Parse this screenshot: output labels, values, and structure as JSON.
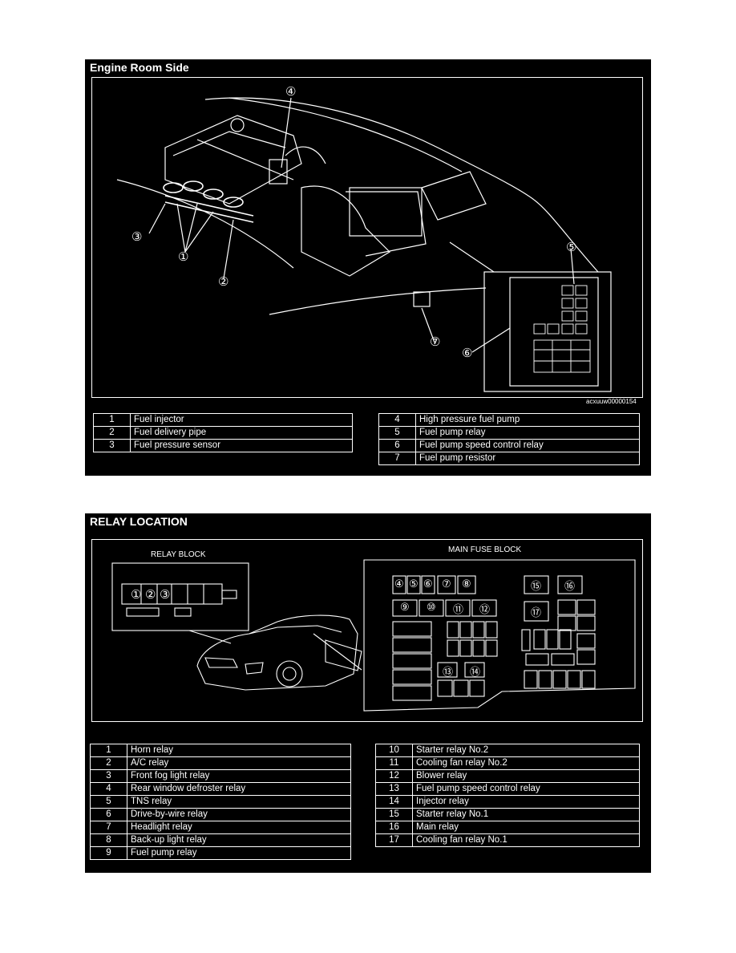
{
  "engine_panel": {
    "title": "Engine Room Side",
    "image_code": "acxuuw00000154",
    "callouts": [
      "①",
      "②",
      "③",
      "④",
      "⑤",
      "⑥",
      "⑦"
    ],
    "legend_left": [
      {
        "num": "1",
        "label": "Fuel injector"
      },
      {
        "num": "2",
        "label": "Fuel delivery pipe"
      },
      {
        "num": "3",
        "label": "Fuel pressure sensor"
      }
    ],
    "legend_right": [
      {
        "num": "4",
        "label": "High pressure fuel pump"
      },
      {
        "num": "5",
        "label": "Fuel pump relay"
      },
      {
        "num": "6",
        "label": "Fuel pump speed control relay"
      },
      {
        "num": "7",
        "label": "Fuel pump resistor"
      }
    ]
  },
  "relay_panel": {
    "title": "RELAY LOCATION",
    "relay_block_label": "RELAY BLOCK",
    "main_fuse_block_label": "MAIN FUSE BLOCK",
    "relay_block_callouts": [
      "①",
      "②",
      "③"
    ],
    "fuse_callouts": [
      "④",
      "⑤",
      "⑥",
      "⑦",
      "⑧",
      "⑨",
      "⑩",
      "⑪",
      "⑫",
      "⑬",
      "⑭",
      "⑮",
      "⑯",
      "⑰"
    ],
    "legend_left": [
      {
        "num": "1",
        "label": "Horn relay"
      },
      {
        "num": "2",
        "label": "A/C relay"
      },
      {
        "num": "3",
        "label": "Front fog light relay"
      },
      {
        "num": "4",
        "label": "Rear window defroster relay"
      },
      {
        "num": "5",
        "label": "TNS relay"
      },
      {
        "num": "6",
        "label": "Drive-by-wire relay"
      },
      {
        "num": "7",
        "label": "Headlight relay"
      },
      {
        "num": "8",
        "label": "Back-up light relay"
      },
      {
        "num": "9",
        "label": "Fuel pump relay"
      }
    ],
    "legend_right": [
      {
        "num": "10",
        "label": "Starter relay No.2"
      },
      {
        "num": "11",
        "label": "Cooling fan relay No.2"
      },
      {
        "num": "12",
        "label": "Blower relay"
      },
      {
        "num": "13",
        "label": "Fuel pump speed control relay"
      },
      {
        "num": "14",
        "label": "Injector relay"
      },
      {
        "num": "15",
        "label": "Starter relay No.1"
      },
      {
        "num": "16",
        "label": "Main relay"
      },
      {
        "num": "17",
        "label": "Cooling fan relay No.1"
      }
    ]
  }
}
